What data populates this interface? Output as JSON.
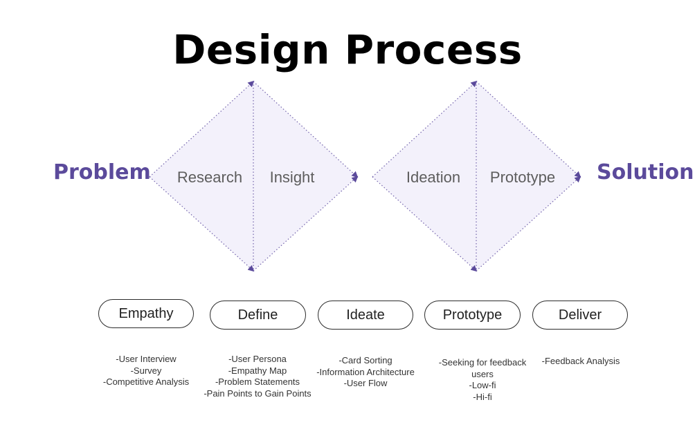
{
  "title": "Design Process",
  "colors": {
    "accent": "#5b4a9b",
    "diamond_fill": "#f3f1fb",
    "dotted_line": "#7a6bb0"
  },
  "start_label": "Problem",
  "end_label": "Solution",
  "diamonds": [
    {
      "left_label": "Research",
      "right_label": "Insight"
    },
    {
      "left_label": "Ideation",
      "right_label": "Prototype"
    }
  ],
  "stages": [
    {
      "label": "Empathy",
      "activities": [
        "-User Interview",
        "-Survey",
        "-Competitive Analysis"
      ]
    },
    {
      "label": "Define",
      "activities": [
        "-User Persona",
        "-Empathy Map",
        "-Problem Statements",
        "-Pain Points to Gain Points"
      ]
    },
    {
      "label": "Ideate",
      "activities": [
        "-Card Sorting",
        "-Information Architecture",
        "-User Flow"
      ]
    },
    {
      "label": "Prototype",
      "activities": [
        "-Seeking for feedback users",
        "-Low-fi",
        "-Hi-fi"
      ]
    },
    {
      "label": "Deliver",
      "activities": [
        "-Feedback Analysis"
      ]
    }
  ]
}
